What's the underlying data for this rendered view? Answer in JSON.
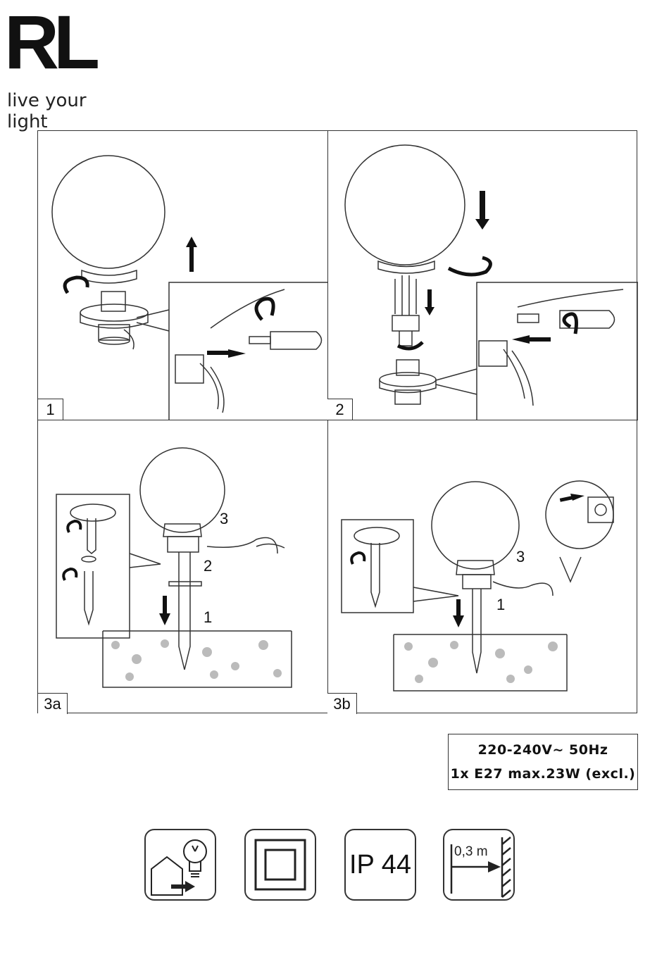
{
  "brand": {
    "logo": "RL",
    "tagline": "live your light"
  },
  "steps": [
    {
      "id": "1",
      "label": "1"
    },
    {
      "id": "2",
      "label": "2"
    },
    {
      "id": "3a",
      "label": "3a"
    },
    {
      "id": "3b",
      "label": "3b"
    }
  ],
  "callouts": {
    "p3a": [
      "3",
      "2",
      "1"
    ],
    "p3b": [
      "3",
      "1"
    ]
  },
  "specs": {
    "line1": "220-240V~ 50Hz",
    "line2": "1x E27 max.23W (excl.)"
  },
  "icons": [
    {
      "name": "indoor-outdoor-bulb-icon"
    },
    {
      "name": "class-ii-double-insulation-icon"
    },
    {
      "name": "ip44-rating-icon",
      "text": "IP 44"
    },
    {
      "name": "min-distance-icon",
      "text": "0,3 m"
    }
  ]
}
